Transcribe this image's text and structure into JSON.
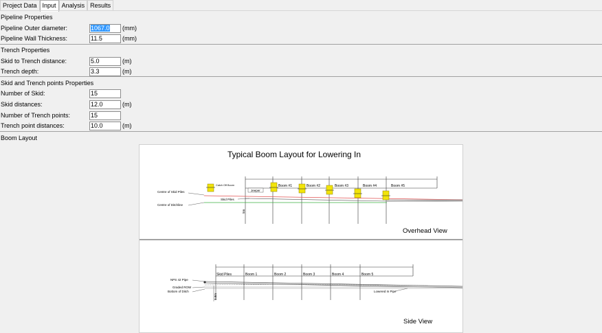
{
  "tabs": [
    {
      "label": "Project Data"
    },
    {
      "label": "Input"
    },
    {
      "label": "Analysis"
    },
    {
      "label": "Results"
    }
  ],
  "pipeline": {
    "heading": "Pipeline Properties",
    "outer_diameter_label": "Pipeline Outer diameter:",
    "outer_diameter_value": "1067.0",
    "outer_diameter_unit": "(mm)",
    "wall_thickness_label": "Pipeline Wall Thickness:",
    "wall_thickness_value": "11.5",
    "wall_thickness_unit": "(mm)"
  },
  "trench": {
    "heading": "Trench Properties",
    "skid_distance_label": "Skid to Trench distance:",
    "skid_distance_value": "5.0",
    "skid_distance_unit": "(m)",
    "depth_label": "Trench depth:",
    "depth_value": "3.3",
    "depth_unit": "(m)"
  },
  "points": {
    "heading": "Skid and Trench points Properties",
    "num_skid_label": "Number of Skid:",
    "num_skid_value": "15",
    "skid_dist_label": "Skid distances:",
    "skid_dist_value": "12.0",
    "skid_dist_unit": "(m)",
    "num_trench_label": "Number of Trench points:",
    "num_trench_value": "15",
    "trench_dist_label": "Trench point distances:",
    "trench_dist_value": "10.0",
    "trench_dist_unit": "(m)"
  },
  "boom_layout": {
    "heading": "Boom Layout",
    "title": "Typical Boom Layout for Lowering In",
    "overhead": {
      "caption": "Overhead View",
      "centre_skid": "Centre of Skid Piles",
      "centre_ditch": "Centre of Ditchline",
      "catch_off": "Catch Off Boom",
      "jeeper": "Jeeper",
      "skid_piles": "Skid Piles",
      "dim": "5m",
      "booms": [
        "Boom #1",
        "Boom #2",
        "Boom #3",
        "Boom #4",
        "Boom #5"
      ]
    },
    "side": {
      "caption": "Side View",
      "pipe": "NPS 42 Pipe",
      "row": "Graded ROW",
      "ditch": "Bottom of Ditch",
      "lowered": "Lowered In Pipe",
      "dim": "0.8m",
      "skid_piles": "Skid Piles",
      "booms": [
        "Boom 1",
        "Boom 2",
        "Boom 3",
        "Boom 4",
        "Boom 5"
      ]
    }
  },
  "colors": {
    "selection": "#3399ff",
    "boom_marker": "#f2e40a",
    "pipe_red": "#e05050",
    "ditch_green": "#3cb043"
  }
}
